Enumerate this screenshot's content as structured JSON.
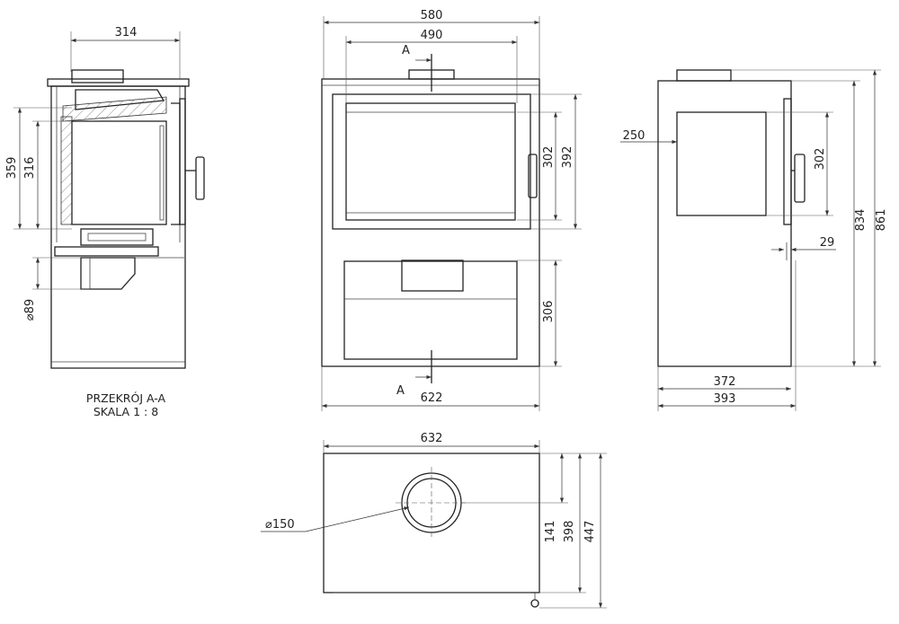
{
  "section_view": {
    "width_label": "314",
    "height_outer_label": "359",
    "height_inner_label": "316",
    "pipe_label": "⌀89",
    "caption_line1": "PRZEKRÓJ A-A",
    "caption_line2": "SKALA 1 : 8"
  },
  "front_view": {
    "top_width_label": "580",
    "door_width_label": "490",
    "section_mark_top": "A",
    "section_mark_bottom": "A",
    "glass_height_label": "302",
    "door_height_label": "392",
    "drawer_height_label": "306",
    "base_width_label": "622"
  },
  "side_view": {
    "window_offset_label": "250",
    "window_height_label": "302",
    "body_height_label": "834",
    "total_height_label": "861",
    "handle_offset_label": "29",
    "depth_label": "372",
    "total_depth_label": "393"
  },
  "top_view": {
    "width_label": "632",
    "flue_diameter_label": "⌀150",
    "flue_offset_label": "141",
    "body_depth_label": "398",
    "total_depth_label": "447"
  }
}
